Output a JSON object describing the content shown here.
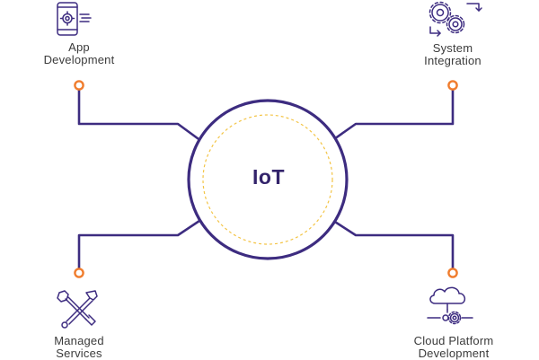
{
  "colors": {
    "line": "#3d2c80",
    "node": "#f07d2e",
    "accent_ring": "#f3c445",
    "text": "#3b3b3b",
    "center_text": "#33246b"
  },
  "center": {
    "label": "IoT"
  },
  "nodes": [
    {
      "key": "app",
      "icon": "smartphone-gear-icon",
      "line1": "App",
      "line2": "Development"
    },
    {
      "key": "system",
      "icon": "gears-sync-icon",
      "line1": "System",
      "line2": "Integration"
    },
    {
      "key": "managed",
      "icon": "wrench-screwdriver-icon",
      "line1": "Managed",
      "line2": "Services"
    },
    {
      "key": "cloud",
      "icon": "cloud-gear-icon",
      "line1": "Cloud Platform",
      "line2": "Development"
    }
  ]
}
